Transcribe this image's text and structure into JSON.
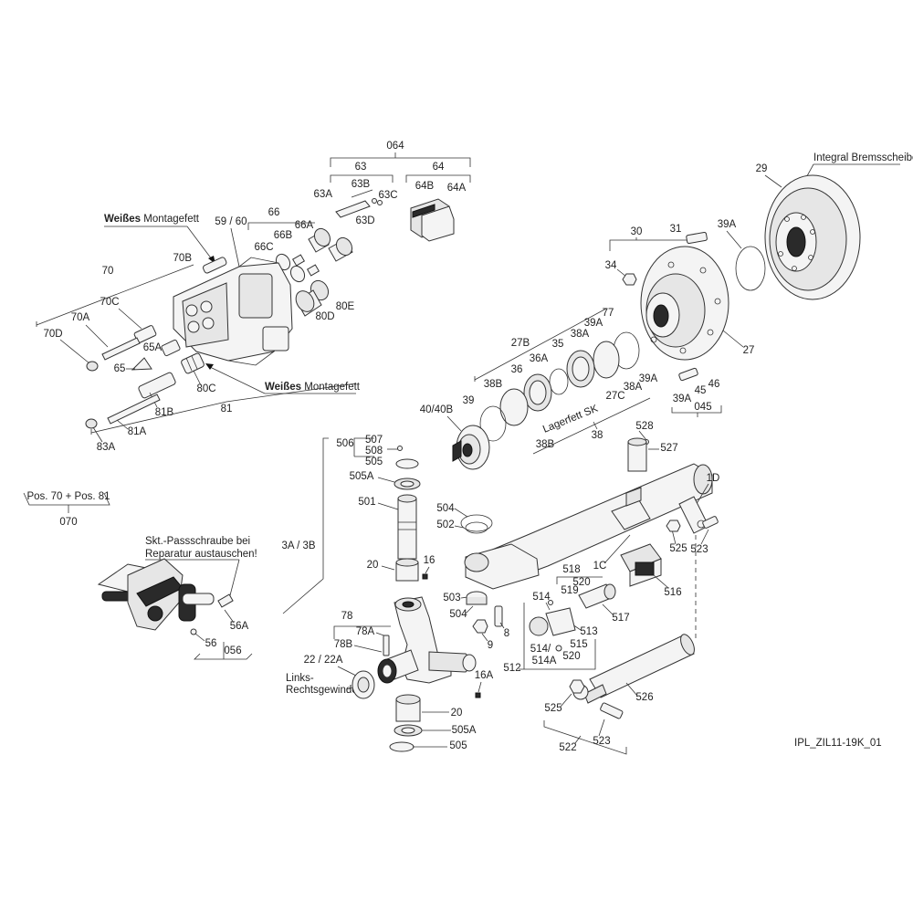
{
  "labels": {
    "l064": "064",
    "l63": "63",
    "l64": "64",
    "l63A": "63A",
    "l63B": "63B",
    "l63C": "63C",
    "l63D": "63D",
    "l64A": "64A",
    "l64B": "64B",
    "l66": "66",
    "l66A": "66A",
    "l66B": "66B",
    "l66C": "66C",
    "l5960": "59 / 60",
    "l70": "70",
    "l70B": "70B",
    "l70C": "70C",
    "l70A": "70A",
    "l70D": "70D",
    "l65A": "65A",
    "l65": "65",
    "l80C": "80C",
    "l80D": "80D",
    "l80E": "80E",
    "l81": "81",
    "l81B": "81B",
    "l81A": "81A",
    "l83A": "83A",
    "l29": "29",
    "l30": "30",
    "l31": "31",
    "l34": "34",
    "l39Atop": "39A",
    "l27": "27",
    "l27B": "27B",
    "l77": "77",
    "l39A1": "39A",
    "l38A1": "38A",
    "l35": "35",
    "l36A": "36A",
    "l36": "36",
    "l38B1": "38B",
    "l39": "39",
    "l4040B": "40/40B",
    "l39A2": "39A",
    "l38A2": "38A",
    "l27C": "27C",
    "l38B2": "38B",
    "l38": "38",
    "l46": "46",
    "l45": "45",
    "l39A3": "39A",
    "l045": "045",
    "l528": "528",
    "l527": "527",
    "l1D": "1D",
    "l506": "506",
    "l507": "507",
    "l508": "508",
    "l505a": "505",
    "l505A1": "505A",
    "l501": "501",
    "l3A3B": "3A / 3B",
    "l20a": "20",
    "l16": "16",
    "l504a": "504",
    "l502": "502",
    "l1C": "1C",
    "l525a": "525",
    "l523a": "523",
    "l518": "518",
    "l520a": "520",
    "l519": "519",
    "l516": "516",
    "l503": "503",
    "l504b": "504",
    "l514": "514",
    "l517": "517",
    "l8": "8",
    "l9": "9",
    "l513": "513",
    "l5145": "514/",
    "l514A": "514A",
    "l515": "515",
    "l520b": "520",
    "l512": "512",
    "l78": "78",
    "l78A": "78A",
    "l78B": "78B",
    "l2222A": "22 / 22A",
    "l16A": "16A",
    "l20b": "20",
    "l505A2": "505A",
    "l505b": "505",
    "l526": "526",
    "l525b": "525",
    "l523b": "523",
    "l522": "522",
    "l56A": "56A",
    "l56": "56",
    "l056": "056",
    "l070": "070"
  },
  "notes": {
    "integral_disc": "Integral Bremsscheibe",
    "grease_top_bold": "Weißes",
    "grease_top_rest": " Montagefett",
    "grease_mid_bold": "Weißes",
    "grease_mid_rest": " Montagefett",
    "pos_combo": "Pos. 70 + Pos. 81",
    "bolt_note_1": "Skt.-Passschraube bei",
    "bolt_note_2": "Reparatur austauschen!",
    "thread_1": "Links-",
    "thread_2": "Rechtsgewinde",
    "grease_sk": "Lagerfett SK",
    "drawing_id": "IPL_ZIL11-19K_01"
  }
}
